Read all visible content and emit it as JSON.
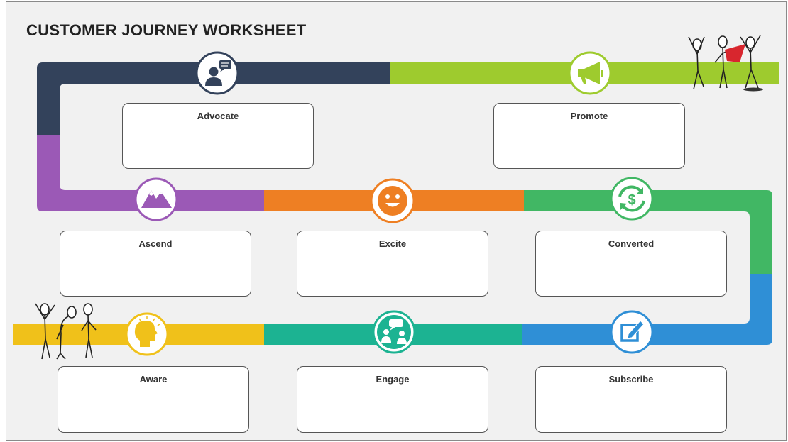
{
  "title": "CUSTOMER JOURNEY WORKSHEET",
  "stages": [
    {
      "id": "aware",
      "label": "Aware",
      "color": "#f0c11a",
      "icon": "head-lightbulb-icon"
    },
    {
      "id": "engage",
      "label": "Engage",
      "color": "#1cb392",
      "icon": "conversation-icon"
    },
    {
      "id": "subscribe",
      "label": "Subscribe",
      "color": "#2f8fd6",
      "icon": "edit-note-icon"
    },
    {
      "id": "converted",
      "label": "Converted",
      "color": "#41b764",
      "icon": "dollar-cycle-icon"
    },
    {
      "id": "excite",
      "label": "Excite",
      "color": "#ee7f23",
      "icon": "smiley-face-icon"
    },
    {
      "id": "ascend",
      "label": "Ascend",
      "color": "#9b59b6",
      "icon": "mountains-icon"
    },
    {
      "id": "advocate",
      "label": "Advocate",
      "color": "#33425b",
      "icon": "speaker-person-icon"
    },
    {
      "id": "promote",
      "label": "Promote",
      "color": "#9ecb2e",
      "icon": "megaphone-icon"
    }
  ]
}
